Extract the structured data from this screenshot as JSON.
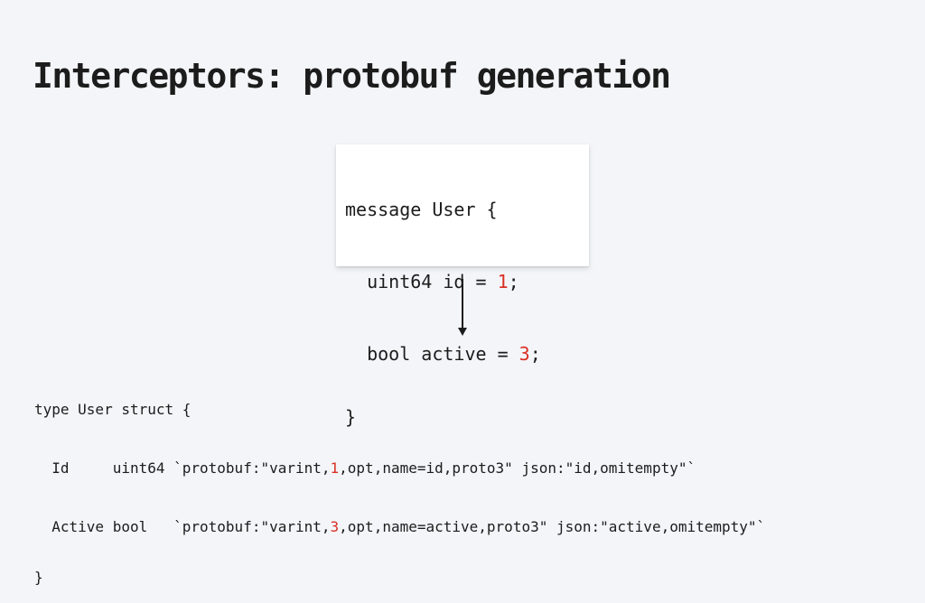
{
  "slide": {
    "title": "Interceptors: protobuf generation"
  },
  "proto": {
    "line1": "message User {",
    "line2_pre": "  uint64 id = ",
    "line2_num": "1",
    "line2_post": ";",
    "line3_pre": "  bool active = ",
    "line3_num": "3",
    "line3_post": ";",
    "line4": "}"
  },
  "go": {
    "line1": "type User struct {",
    "line2_pre": "  Id     uint64 `protobuf:\"varint,",
    "line2_num": "1",
    "line2_post": ",opt,name=id,proto3\" json:\"id,omitempty\"`",
    "line3_pre": "  Active bool   `protobuf:\"varint,",
    "line3_num": "3",
    "line3_post": ",opt,name=active,proto3\" json:\"active,omitempty\"`",
    "line4": "}"
  },
  "colors": {
    "background": "#f4f5f9",
    "text": "#1c1c1c",
    "field_number": "#d93025",
    "card": "#ffffff"
  }
}
